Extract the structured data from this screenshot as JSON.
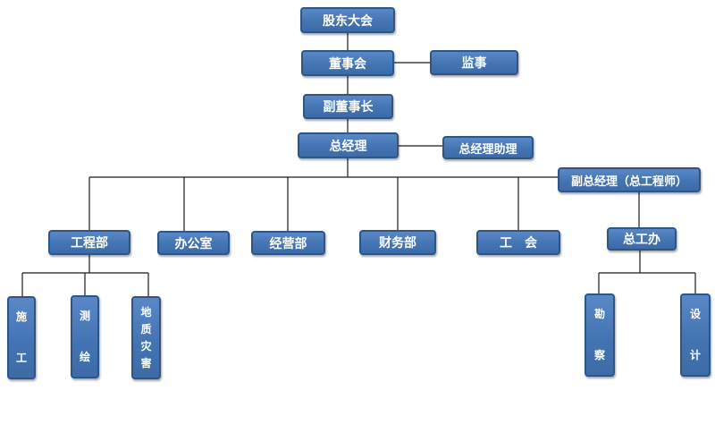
{
  "org": {
    "shareholders": "股东大会",
    "board": "董事会",
    "supervisor": "监事",
    "vice_chairman": "副董事长",
    "gm": "总经理",
    "gm_assistant": "总经理助理",
    "deputy_gm": "副总经理（总工程师）",
    "engineering": "工程部",
    "office": "办公室",
    "operations": "经营部",
    "finance": "财务部",
    "union": "工　会",
    "chief_engineer_office": "总工办",
    "construction": "施\n\n工",
    "surveying": "测\n\n绘",
    "geo_hazard": "地\n质\n灾\n害",
    "exploration": "勘\n\n察",
    "design": "设\n\n计"
  },
  "colors": {
    "node_fill": "#4a7bbb",
    "node_border": "#2e5588",
    "line": "#1a1a1a"
  }
}
